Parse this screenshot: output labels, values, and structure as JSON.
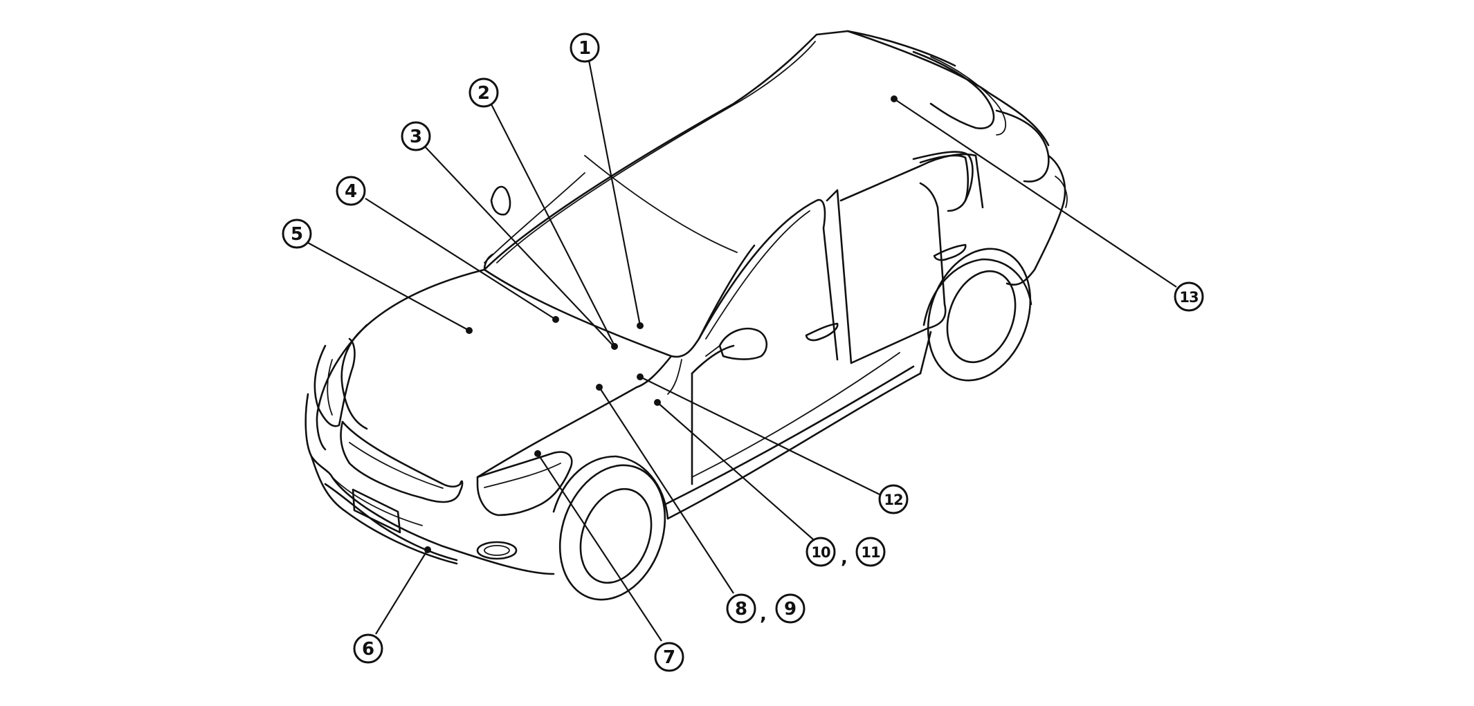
{
  "callouts": [
    {
      "id": "c1",
      "label": "1"
    },
    {
      "id": "c2",
      "label": "2"
    },
    {
      "id": "c3",
      "label": "3"
    },
    {
      "id": "c4",
      "label": "4"
    },
    {
      "id": "c5",
      "label": "5"
    },
    {
      "id": "c6",
      "label": "6"
    },
    {
      "id": "c7",
      "label": "7"
    },
    {
      "id": "c8",
      "label": "8"
    },
    {
      "id": "c9",
      "label": "9"
    },
    {
      "id": "c10",
      "label": "10"
    },
    {
      "id": "c11",
      "label": "11"
    },
    {
      "id": "c12",
      "label": "12"
    },
    {
      "id": "c13",
      "label": "13"
    }
  ],
  "separators": {
    "pair_8_9": ",",
    "pair_10_11": ","
  }
}
